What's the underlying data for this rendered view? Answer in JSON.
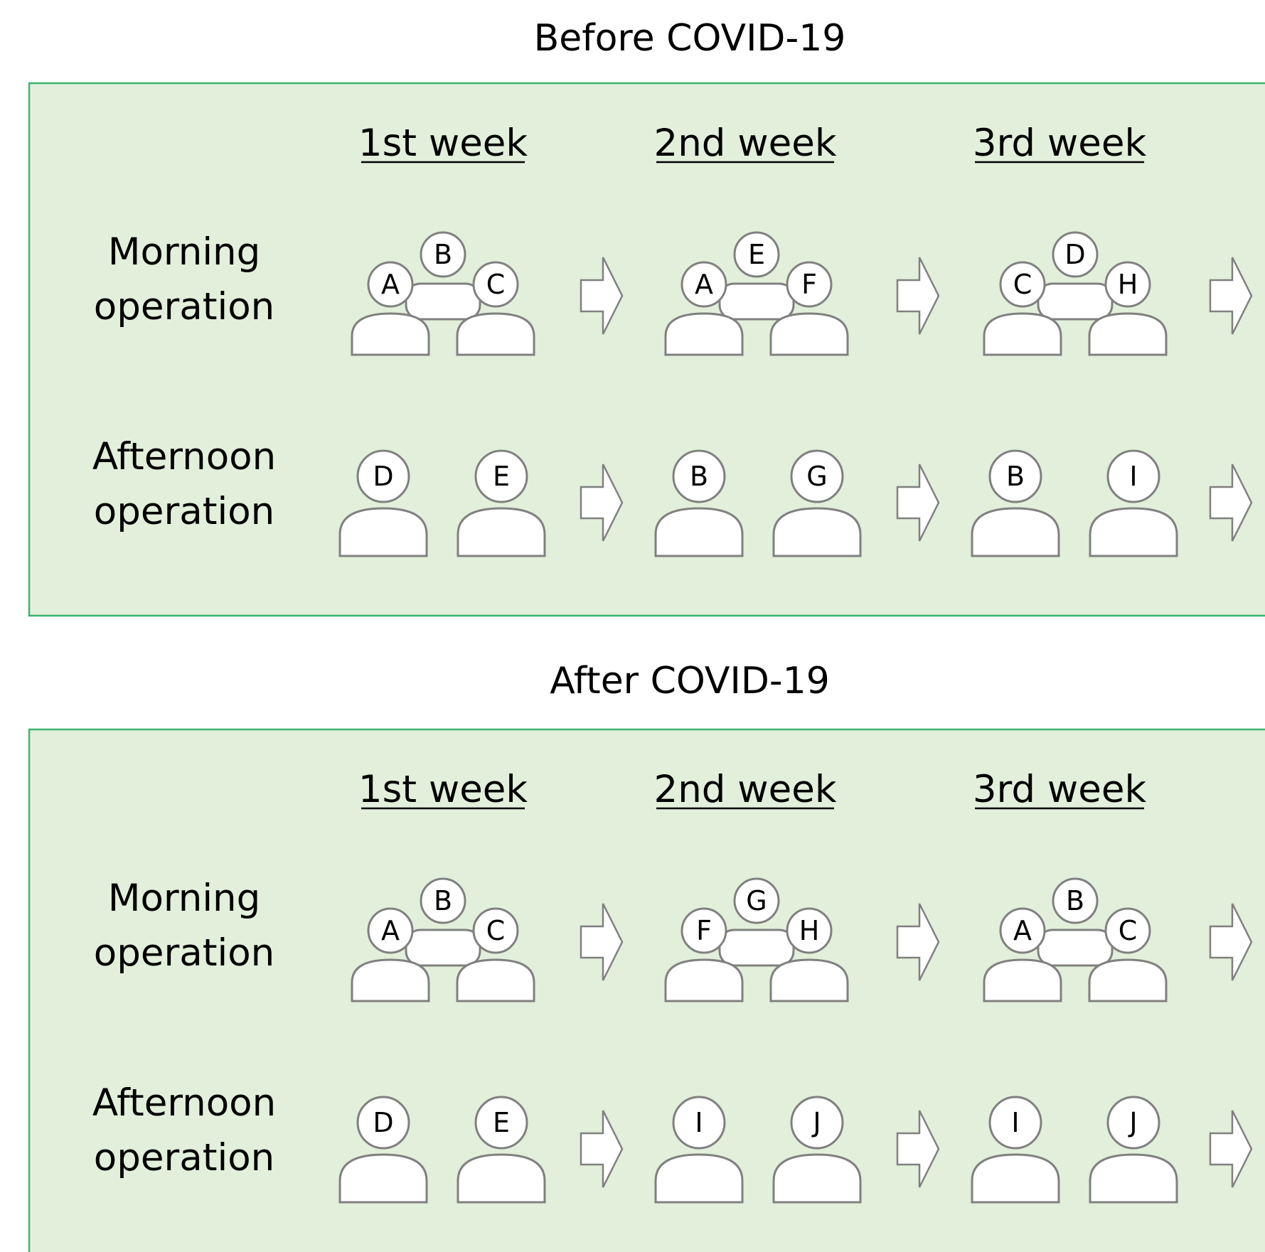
{
  "colors": {
    "panel_fill": "#e2efda",
    "panel_border": "#3cb371",
    "figure_stroke": "#808080",
    "figure_fill": "#ffffff",
    "text": "#000000"
  },
  "row_labels": {
    "morning": [
      "Morning",
      "operation"
    ],
    "afternoon": [
      "Afternoon",
      "operation"
    ]
  },
  "weeks": [
    "1st week",
    "2nd week",
    "3rd week"
  ],
  "panels": [
    {
      "title": "Before COVID-19",
      "morning": [
        [
          "A",
          "B",
          "C"
        ],
        [
          "A",
          "E",
          "F"
        ],
        [
          "C",
          "D",
          "H"
        ]
      ],
      "afternoon": [
        [
          "D",
          "E"
        ],
        [
          "B",
          "G"
        ],
        [
          "B",
          "I"
        ]
      ]
    },
    {
      "title": "After COVID-19",
      "morning": [
        [
          "A",
          "B",
          "C"
        ],
        [
          "F",
          "G",
          "H"
        ],
        [
          "A",
          "B",
          "C"
        ]
      ],
      "afternoon": [
        [
          "D",
          "E"
        ],
        [
          "I",
          "J"
        ],
        [
          "I",
          "J"
        ]
      ]
    }
  ],
  "icons": {
    "team": "people-group-icon",
    "person": "person-icon",
    "next": "right-arrow-icon"
  }
}
